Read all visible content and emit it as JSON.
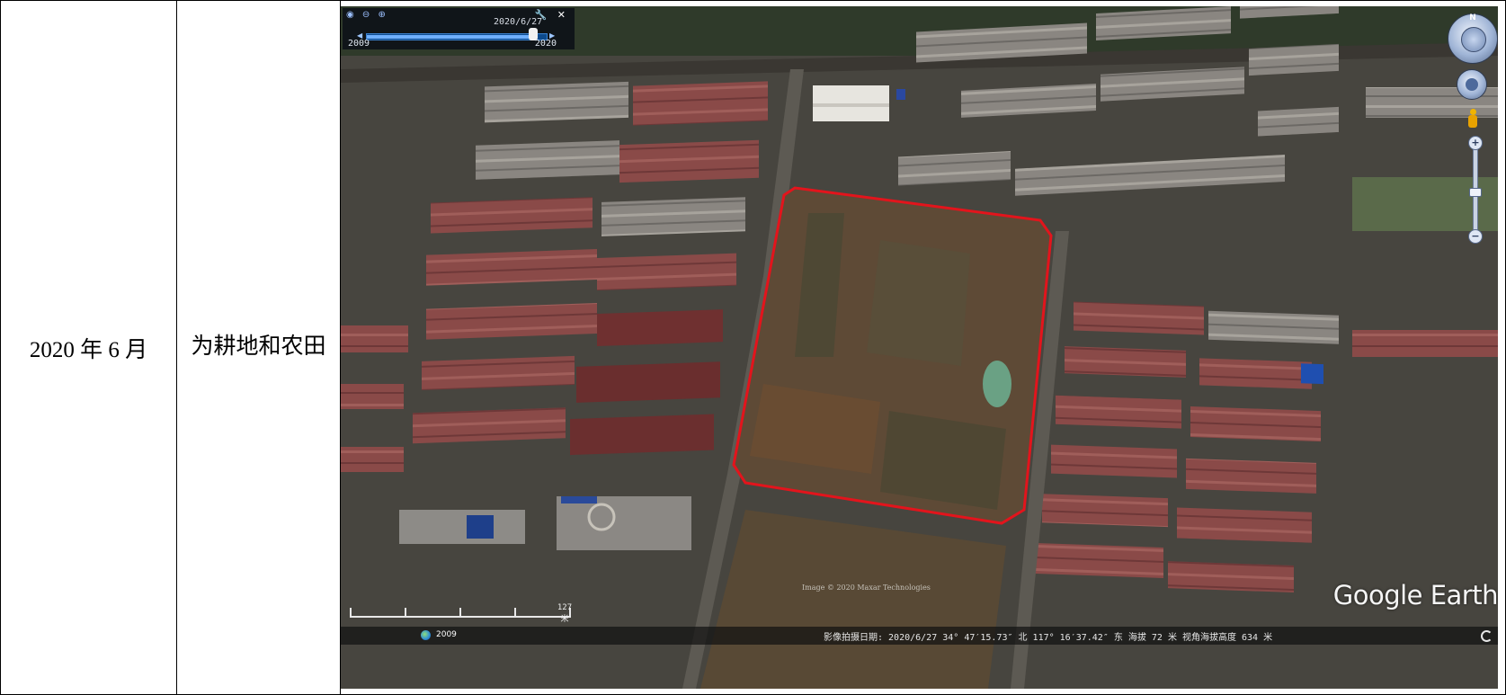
{
  "row": {
    "date": "2020 年 6 月",
    "description": "为耕地和农田"
  },
  "earth": {
    "time_slider": {
      "current_date": "2020/6/27",
      "start_year": "2009",
      "end_year": "2020",
      "position": 0.93
    },
    "nav_north_label": "N",
    "zoom_in_label": "+",
    "zoom_out_label": "−",
    "copyright": "Image © 2020 Maxar Technologies",
    "brand": "Google Earth",
    "scale_label": "127 米",
    "tour_year": "2009",
    "status": "影像拍摄日期: 2020/6/27   34° 47′15.73″ 北 117° 16′37.42″ 东 海拔   72 米  视角海拔高度    634 米",
    "colors": {
      "boundary": "#e3141c",
      "roof_red": "#8a4a48",
      "roof_gray": "#7f7c78",
      "ground": "#5e4a36"
    }
  }
}
